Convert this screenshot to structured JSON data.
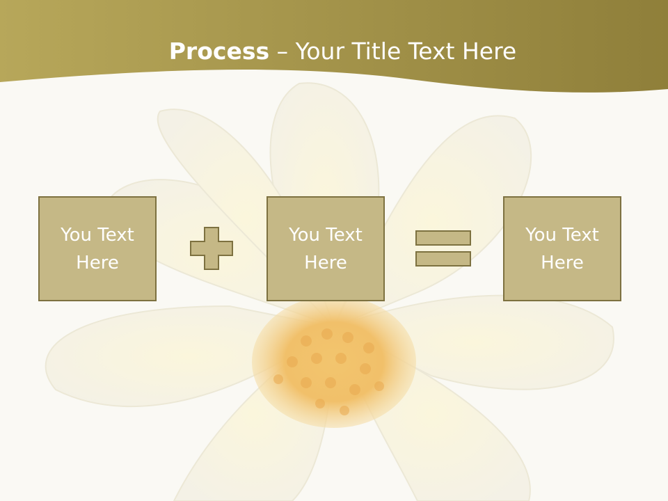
{
  "slide": {
    "title_bold": "Process",
    "title_rest": " – Your Title Text Here",
    "boxes": [
      {
        "text": "You Text\nHere"
      },
      {
        "text": "You Text\nHere"
      },
      {
        "text": "You Text\nHere"
      }
    ],
    "operators": [
      "plus-icon",
      "equals-icon"
    ],
    "colors": {
      "header_band": "#a3924a",
      "box_fill": "#c5b886",
      "box_border": "#7d7140",
      "text": "#ffffff",
      "background": "#faf9f4"
    }
  }
}
